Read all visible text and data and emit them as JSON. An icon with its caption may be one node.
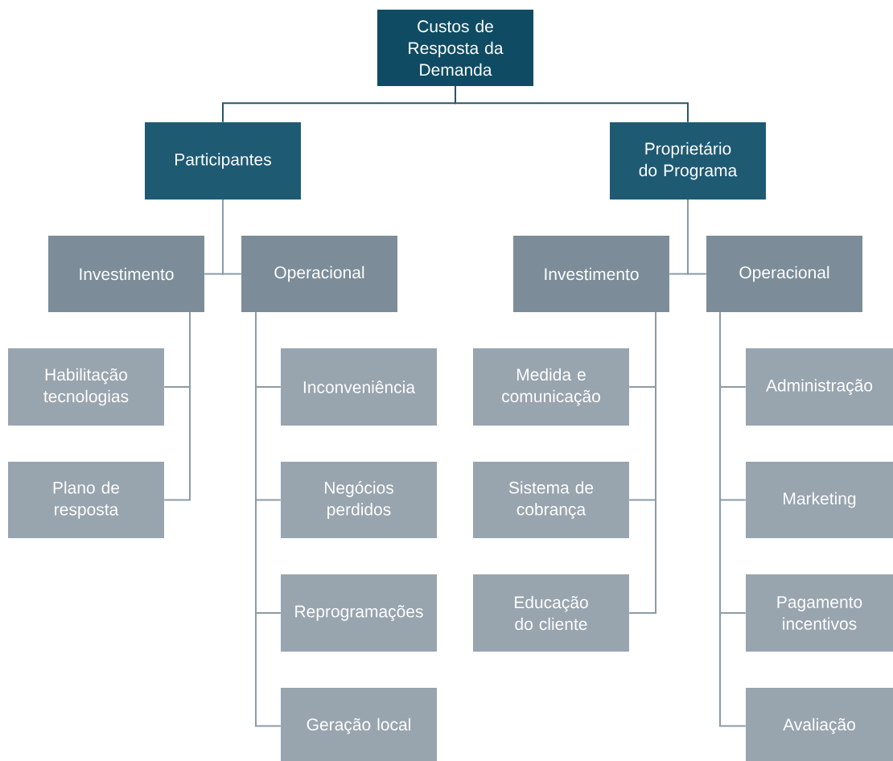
{
  "diagram": {
    "nodes": [
      {
        "text": [
          "Custos de Resposta da Demanda"
        ]
      },
      {
        "text": [
          "Participantes"
        ]
      },
      {
        "text": [
          "Proprietário do Programa"
        ]
      },
      {
        "text": [
          "Investimento"
        ]
      },
      {
        "text": [
          "Operacional"
        ]
      },
      {
        "text": [
          "Investimento"
        ]
      },
      {
        "text": [
          "Operacional"
        ]
      },
      {
        "text": [
          "Habilitação tecnologias"
        ]
      },
      {
        "text": [
          "Plano de resposta"
        ]
      },
      {
        "text": [
          "Inconveniência"
        ]
      },
      {
        "text": [
          "Negócios perdidos"
        ]
      },
      {
        "text": [
          "Reprogramações"
        ]
      },
      {
        "text": [
          "Geração local"
        ]
      },
      {
        "text": [
          "Medida e comunicação"
        ]
      },
      {
        "text": [
          "Sistema de cobrança"
        ]
      },
      {
        "text": [
          "Educação do cliente"
        ]
      },
      {
        "text": [
          "Administração"
        ]
      },
      {
        "text": [
          "Marketing"
        ]
      },
      {
        "text": [
          "Pagamento incentivos"
        ]
      },
      {
        "text": [
          "Avaliação"
        ]
      }
    ],
    "edges": [
      {
        "from": 0,
        "to": 1,
        "arrow": "none",
        "color": "#2b5468"
      },
      {
        "from": 0,
        "to": 2,
        "arrow": "none",
        "color": "#2b5468"
      },
      {
        "from": 1,
        "to": 3,
        "arrow": "none"
      },
      {
        "from": 1,
        "to": 4,
        "arrow": "none"
      },
      {
        "from": 2,
        "to": 5,
        "arrow": "none"
      },
      {
        "from": 2,
        "to": 6,
        "arrow": "none"
      },
      {
        "from": 3,
        "to": 7,
        "arrow": "none"
      },
      {
        "from": 3,
        "to": 8,
        "arrow": "none"
      },
      {
        "from": 4,
        "to": 9,
        "arrow": "none"
      },
      {
        "from": 4,
        "to": 10,
        "arrow": "none"
      },
      {
        "from": 4,
        "to": 11,
        "arrow": "none"
      },
      {
        "from": 4,
        "to": 12,
        "arrow": "none"
      },
      {
        "from": 5,
        "to": 13,
        "arrow": "none"
      },
      {
        "from": 5,
        "to": 14,
        "arrow": "none"
      },
      {
        "from": 5,
        "to": 15,
        "arrow": "none"
      },
      {
        "from": 6,
        "to": 16,
        "arrow": "none"
      },
      {
        "from": 6,
        "to": 17,
        "arrow": "none"
      },
      {
        "from": 6,
        "to": 18,
        "arrow": "none"
      },
      {
        "from": 6,
        "to": 19,
        "arrow": "none"
      }
    ]
  }
}
